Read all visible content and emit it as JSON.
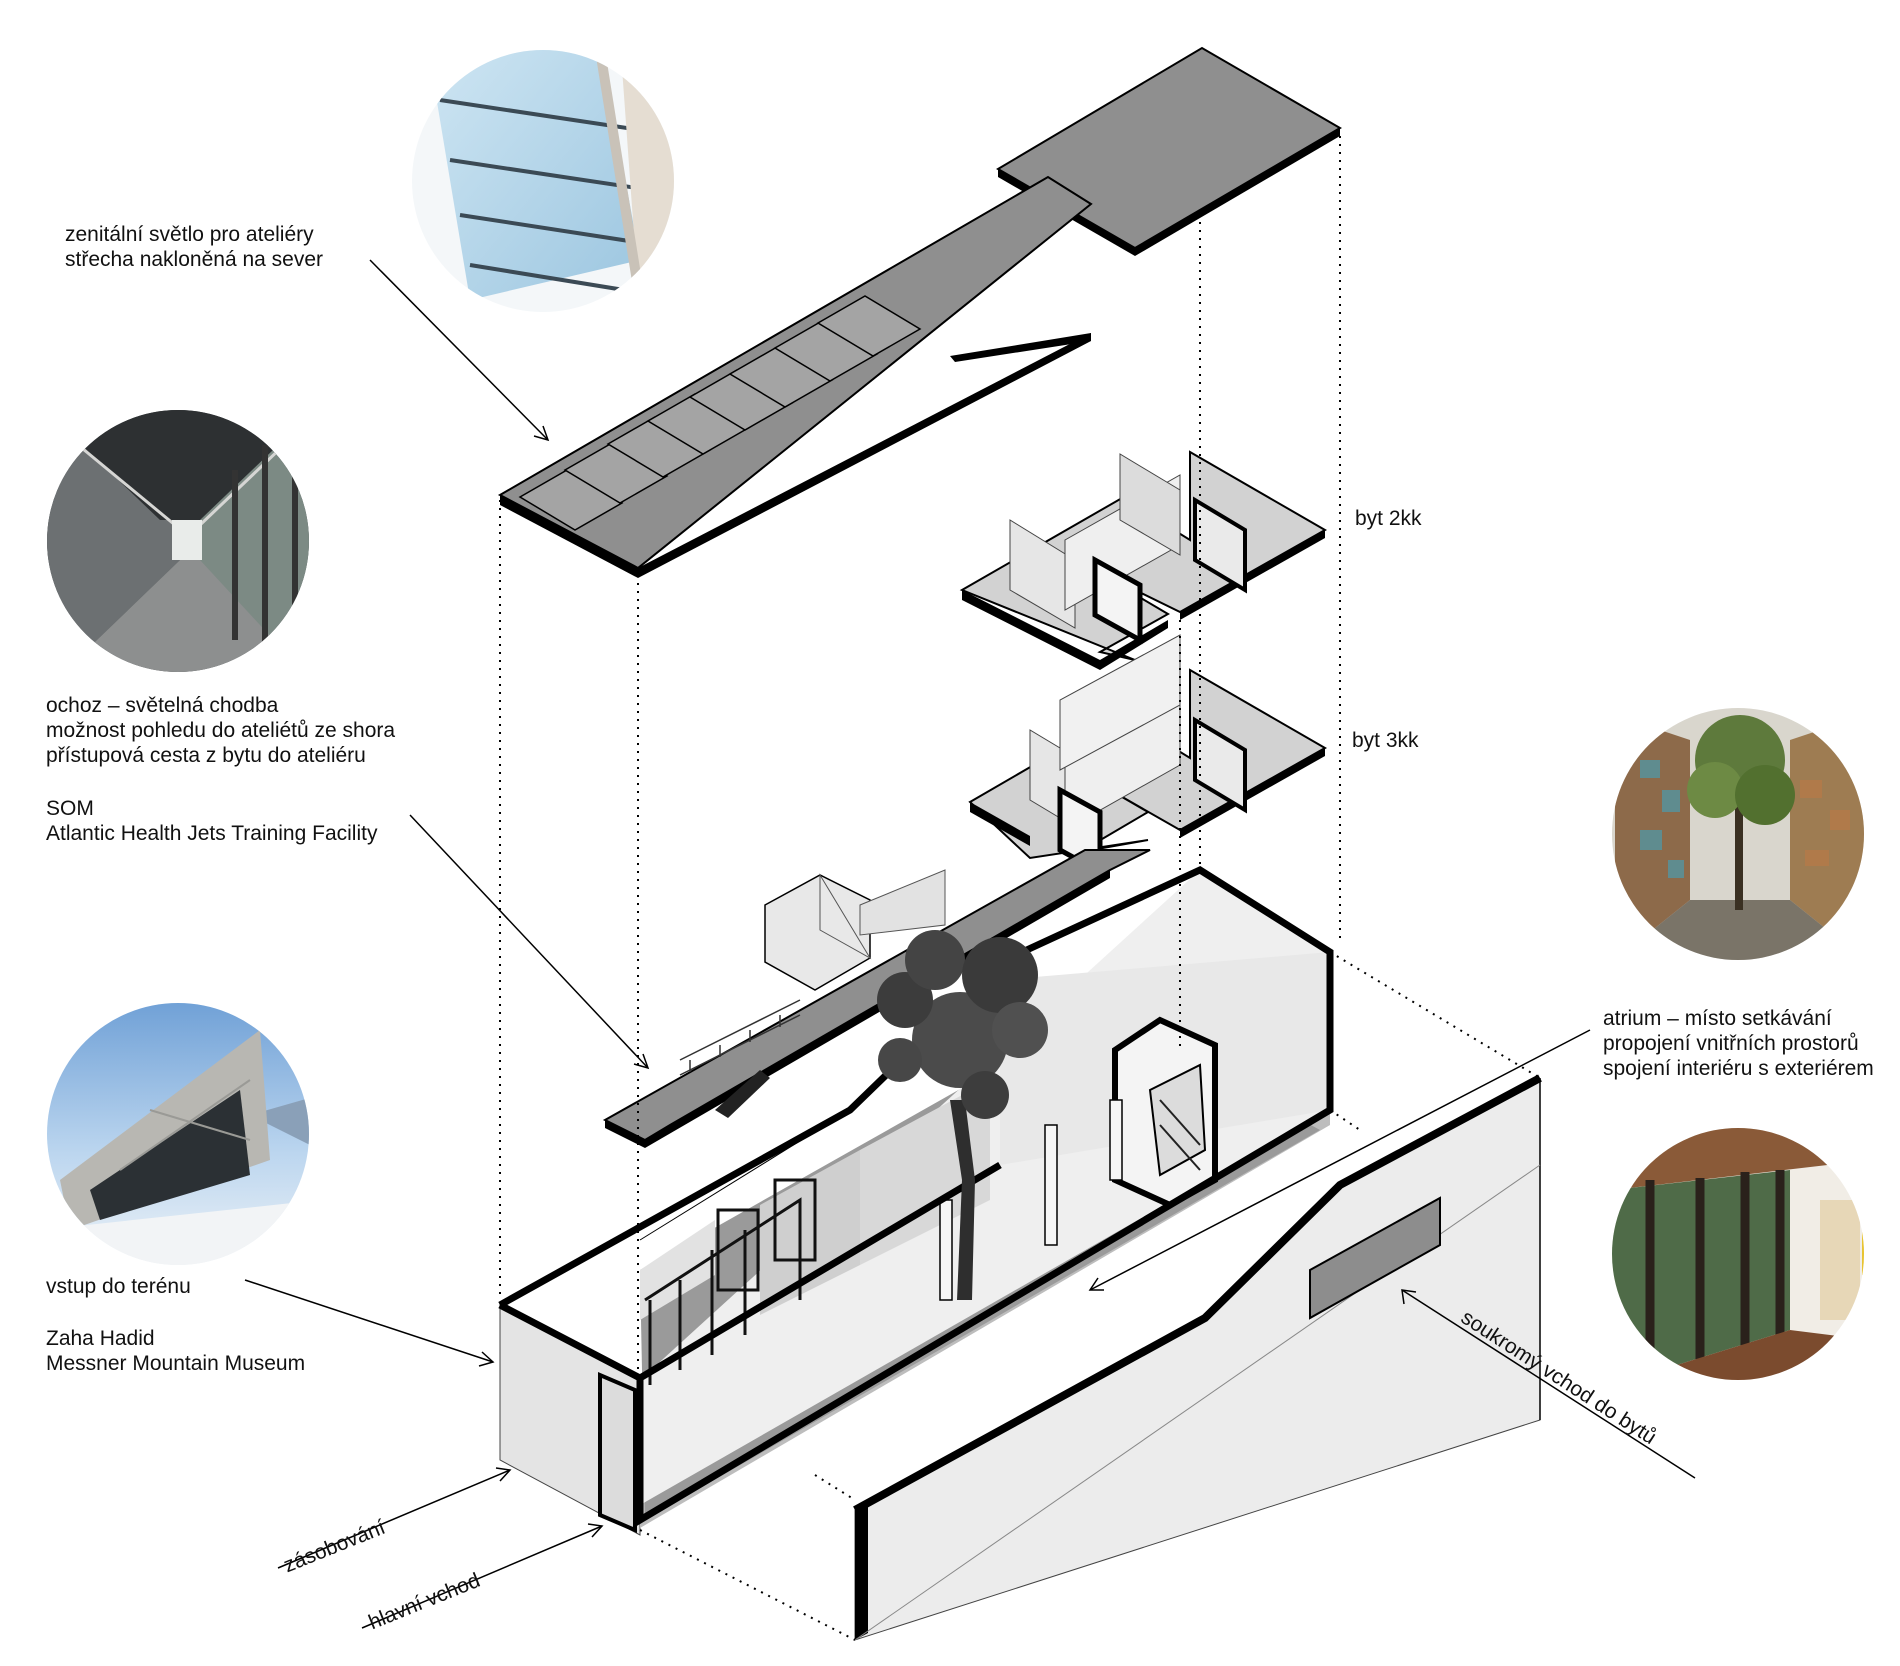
{
  "annotations": {
    "skylight": [
      "zenitální světlo pro ateliéry",
      "střecha nakloněná na sever"
    ],
    "walkway": [
      "ochoz – světelná chodba",
      "možnost pohledu do ateliétů ze shora",
      "přístupová cesta z bytu do ateliéru"
    ],
    "walkway_ref": [
      "SOM",
      "Atlantic Health Jets Training Facility"
    ],
    "terrain": [
      "vstup do terénu"
    ],
    "terrain_ref": [
      "Zaha Hadid",
      "Messner Mountain Museum"
    ],
    "flat_2kk": "byt 2kk",
    "flat_3kk": "byt 3kk",
    "atrium": [
      "atrium – místo setkávání",
      "propojení vnitřních prostorů",
      "spojení interiéru s exteriérem"
    ],
    "supply": "zásobování",
    "main_entrance": "hlavní vchod",
    "private_entrance": "soukromý vchod do bytů"
  },
  "photos": [
    {
      "name": "skylight-photo",
      "subject": "glazed skylight"
    },
    {
      "name": "corridor-photo",
      "subject": "light corridor"
    },
    {
      "name": "museum-photo",
      "subject": "Messner Mountain Museum"
    },
    {
      "name": "atrium-photo",
      "subject": "atrium with tree"
    },
    {
      "name": "glass-corridor-photo",
      "subject": "glazed corridor"
    }
  ],
  "colors": {
    "slab_top": "#8f8f8f",
    "slab_edge": "#000000",
    "wall_light": "#ececec",
    "wall_mid": "#d2d2d2",
    "floor_dark": "#8a8a8a"
  }
}
